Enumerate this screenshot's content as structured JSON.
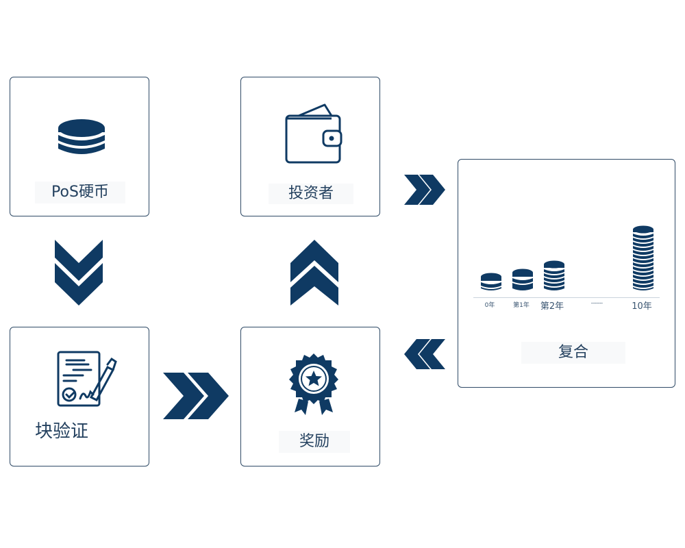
{
  "colors": {
    "primary": "#0f3a63",
    "border": "#2f4a66",
    "text": "#24415f"
  },
  "nodes": {
    "pos_coin": {
      "label": "PoS硬币",
      "icon": "coin-stack-icon"
    },
    "investor": {
      "label": "投资者",
      "icon": "wallet-icon"
    },
    "block_validation": {
      "label": "块验证",
      "icon": "signed-document-icon"
    },
    "reward": {
      "label": "奖励",
      "icon": "award-badge-icon"
    },
    "compound": {
      "label": "复合",
      "icon": "growing-coin-stacks-icon"
    }
  },
  "compound_chart": {
    "labels": [
      "0年",
      "第1年",
      "第2年",
      "...........",
      "10年"
    ],
    "stack_heights": [
      3,
      4,
      6,
      0,
      14
    ]
  },
  "flow": [
    {
      "from": "PoS硬币",
      "to": "块验证",
      "direction": "down"
    },
    {
      "from": "块验证",
      "to": "奖励",
      "direction": "right"
    },
    {
      "from": "奖励",
      "to": "投资者",
      "direction": "up"
    },
    {
      "from": "投资者",
      "to": "复合",
      "direction": "right"
    },
    {
      "from": "复合",
      "to": "奖励",
      "direction": "left"
    }
  ]
}
